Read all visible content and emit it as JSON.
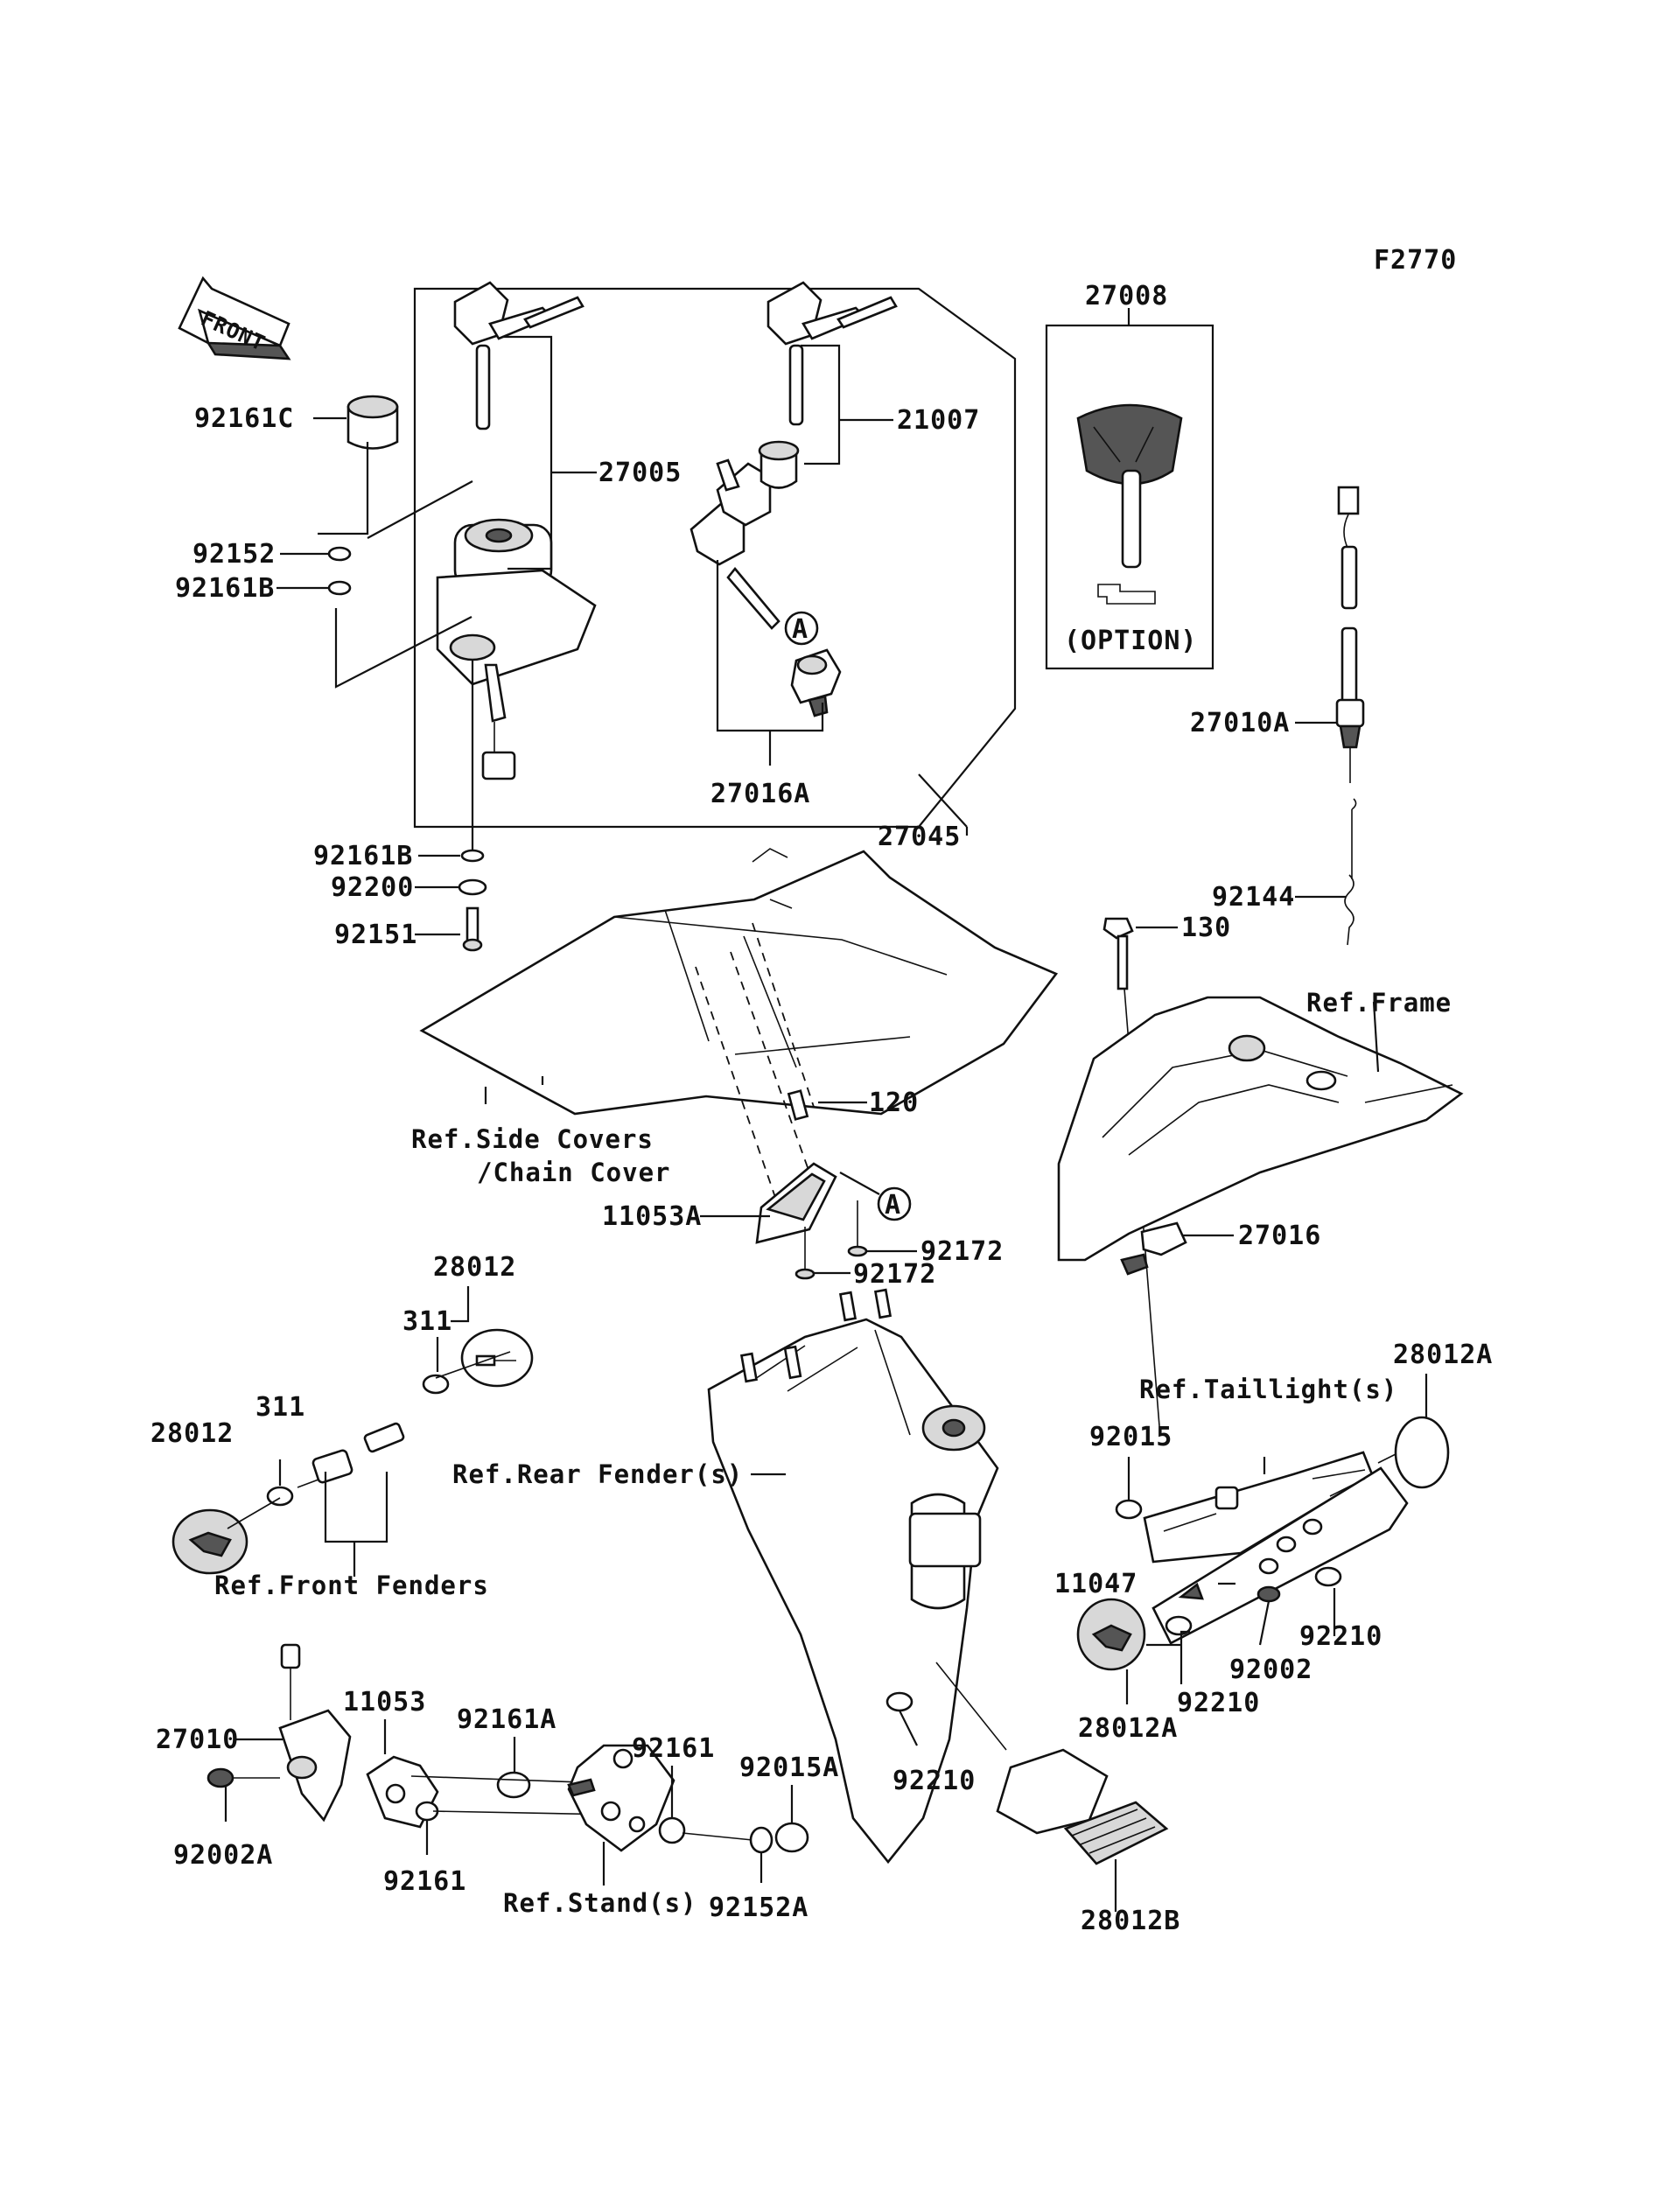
{
  "figure_code": "F2770",
  "front_arrow": "FRONT",
  "option_label": "(OPTION)",
  "callout_letter": "A",
  "labels": {
    "p27008": "27008",
    "p92161C": "92161C",
    "p27005": "27005",
    "p21007": "21007",
    "p92152": "92152",
    "p92161B_top": "92161B",
    "p27016A": "27016A",
    "p27045": "27045",
    "p27010A": "27010A",
    "p92161B_bot": "92161B",
    "p92200": "92200",
    "p92151": "92151",
    "p92144": "92144",
    "p130": "130",
    "p120": "120",
    "p11053A": "11053A",
    "p92172_a": "92172",
    "p92172_b": "92172",
    "p27016": "27016",
    "p28012_a": "28012",
    "p311_a": "311",
    "p311_b": "311",
    "p28012_b": "28012",
    "p28012A_a": "28012A",
    "p92015": "92015",
    "p11047": "11047",
    "p92210_a": "92210",
    "p92002": "92002",
    "p92210_b": "92210",
    "p28012A_b": "28012A",
    "p27010": "27010",
    "p11053": "11053",
    "p92161A": "92161A",
    "p92161_a": "92161",
    "p92015A": "92015A",
    "p92002A": "92002A",
    "p92161_b": "92161",
    "p92152A": "92152A",
    "p92210_c": "92210",
    "p28012B": "28012B"
  },
  "refs": {
    "frame": "Ref.Frame",
    "side_covers_1": "Ref.Side Covers",
    "side_covers_2": "/Chain Cover",
    "taillight": "Ref.Taillight(s)",
    "rear_fender": "Ref.Rear Fender(s)",
    "front_fenders": "Ref.Front Fenders",
    "stand": "Ref.Stand(s)"
  }
}
